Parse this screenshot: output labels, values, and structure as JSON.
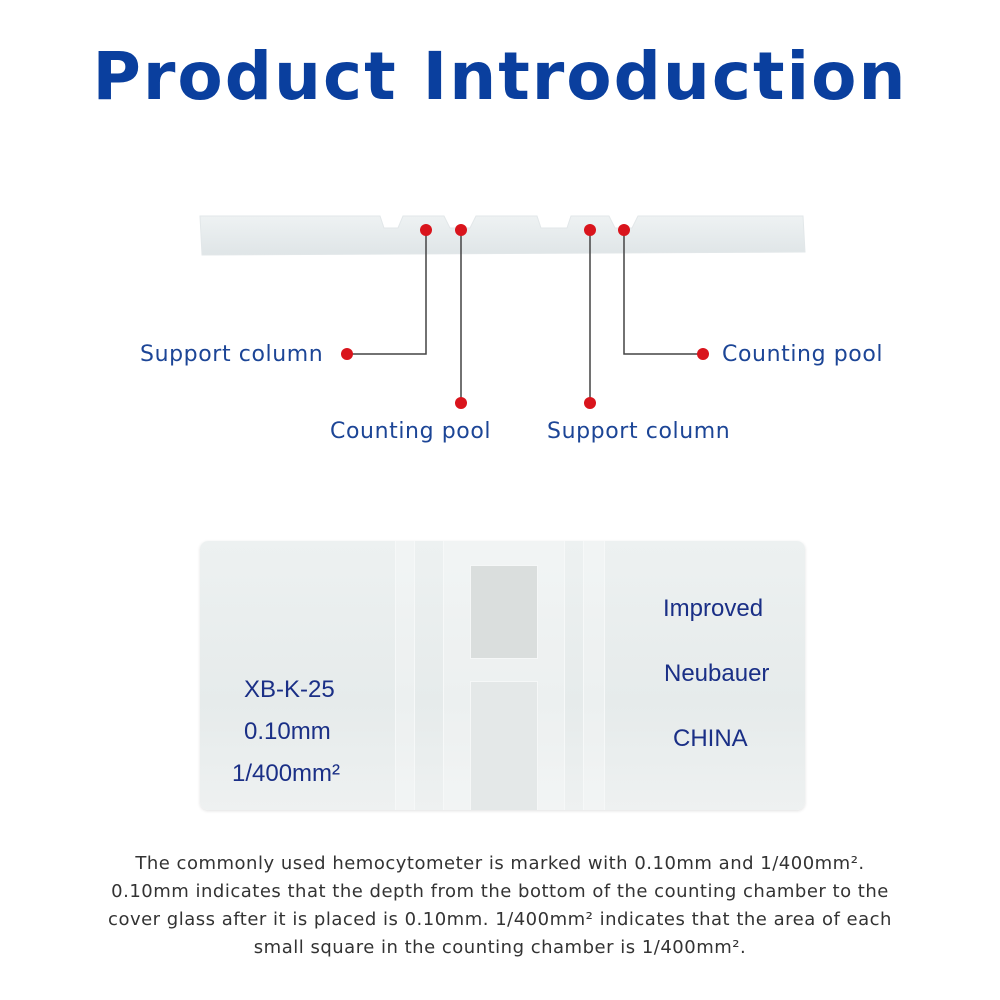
{
  "title": "Product Introduction",
  "side_view": {
    "labels": [
      "Support column",
      "Counting pool",
      "Counting pool",
      "Support column"
    ]
  },
  "slide": {
    "left_text": [
      "XB-K-25",
      "0.10mm",
      "1/400mm²"
    ],
    "right_text": [
      "Improved",
      "Neubauer",
      "CHINA"
    ]
  },
  "description": [
    "The commonly used hemocytometer is marked with 0.10mm and 1/400mm².",
    "0.10mm indicates that the depth from the bottom of the counting chamber to the",
    "cover glass after it is placed is 0.10mm. 1/400mm² indicates that the area of each",
    "small square in the counting chamber is 1/400mm²."
  ],
  "colors": {
    "title": "#0a3f9e",
    "label": "#1c4596",
    "dot": "#d9141c"
  }
}
